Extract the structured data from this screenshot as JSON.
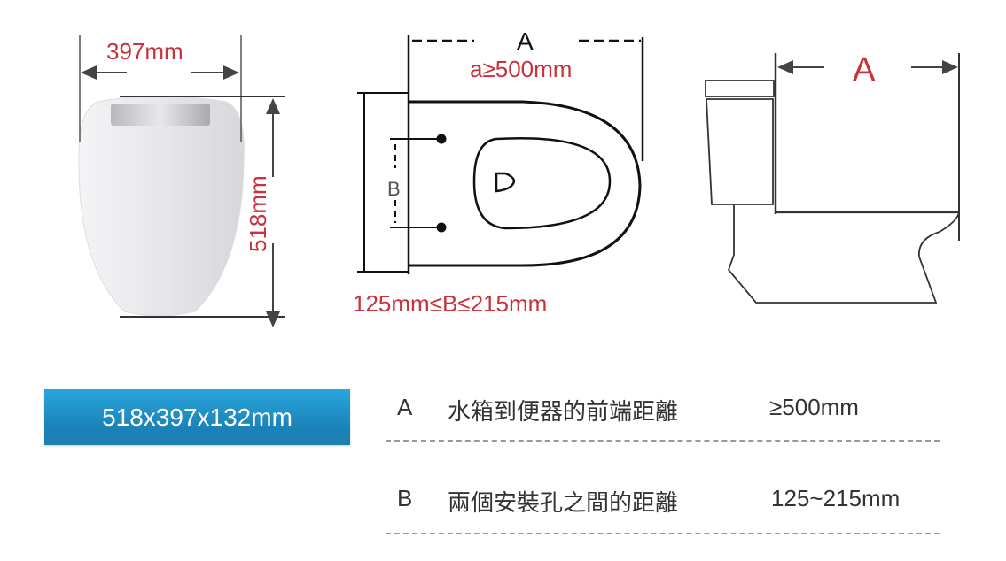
{
  "seat_diagram": {
    "width_label": "397mm",
    "length_label": "518mm"
  },
  "top_view": {
    "a_label": "A",
    "a_value": "a≥500mm",
    "b_label": "B",
    "b_range": "125mm≤B≤215mm"
  },
  "side_view": {
    "a_label": "A"
  },
  "dimensions_badge": "518x397x132mm",
  "specs": [
    {
      "key": "A",
      "desc": "水箱到便器的前端距離",
      "value": "≥500mm"
    },
    {
      "key": "B",
      "desc": "兩個安裝孔之間的距離",
      "value": "125~215mm"
    }
  ],
  "colors": {
    "accent_red": "#c8323c",
    "badge_blue": "#1f8cc4"
  }
}
